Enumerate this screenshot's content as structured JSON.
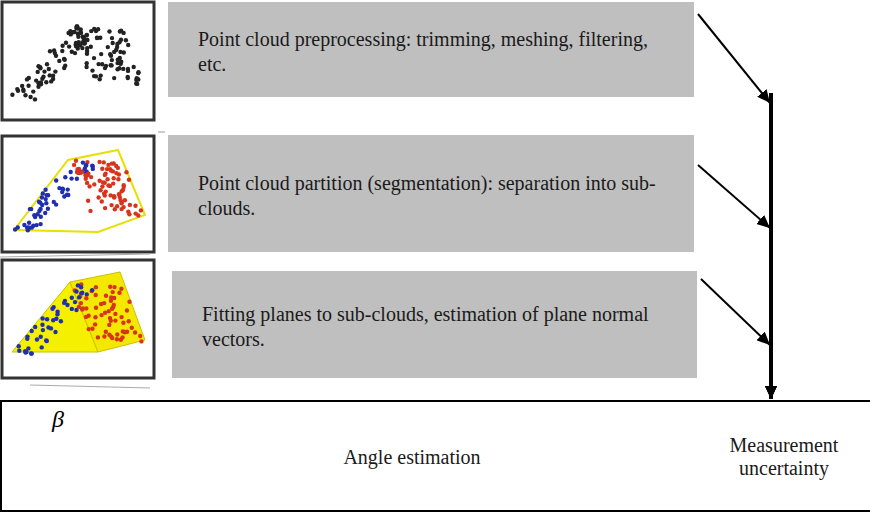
{
  "diagram": {
    "nodes": [
      {
        "text": [
          "Point cloud preprocessing: trimming, meshing, filtering, etc."
        ]
      },
      {
        "text": [
          "Point cloud partition (segmentation): separation into sub-clouds."
        ]
      },
      {
        "text": [
          "Fitting planes to sub-clouds, estimation of plane normal vectors."
        ]
      },
      {
        "text": [
          "Angle estimation",
          "Measurement uncertainty"
        ]
      }
    ],
    "edges": [
      {
        "from": 0,
        "to": 3,
        "arrow": "to"
      },
      {
        "from": 1,
        "to": 3,
        "arrow": "to"
      },
      {
        "from": 2,
        "to": 3,
        "arrow": "to"
      }
    ],
    "labels": [
      "β"
    ]
  }
}
